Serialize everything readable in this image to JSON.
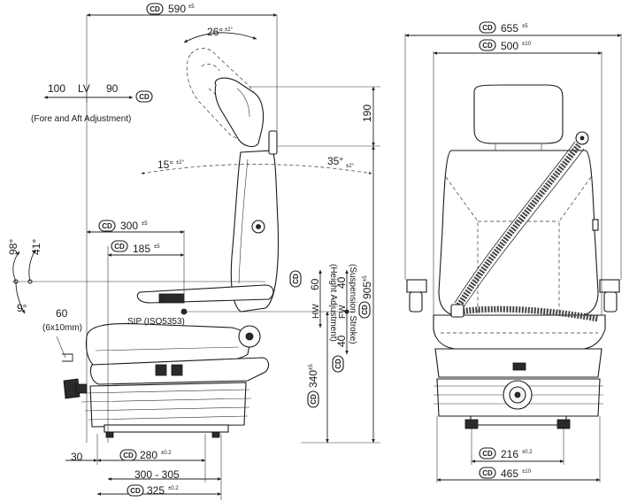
{
  "cd_badge": "CD",
  "side_view": {
    "overall_width": "590",
    "overall_width_tol": "±5",
    "backrest_angle": "26°",
    "backrest_angle_tol": "±2°",
    "fore_aft_left": "100",
    "fore_aft_center": "LV",
    "fore_aft_right": "90",
    "fore_aft_caption": "(Fore and Aft Adjustment)",
    "headrest_height": "190",
    "recline_forward": "15°",
    "recline_forward_tol": "±2°",
    "recline_back": "35°",
    "recline_back_tol": "±2°",
    "height_adjust_caption": "(Height Adjustment)",
    "suspension_caption": "(Suspension Stroke)",
    "dim_300": "300",
    "dim_300_tol": "±5",
    "dim_185": "185",
    "dim_185_tol": "±5",
    "angle_98": "98°",
    "angle_41": "41°",
    "angle_9": "9°",
    "hw_value": "60",
    "hw_label": "HW",
    "fw_upper": "40",
    "fw_label": "FW",
    "fw_lower": "40",
    "total_height": "905",
    "total_height_tol": "±5",
    "mount_height": "340",
    "mount_height_tol": "±5",
    "sip_label": "SIP (ISO5353)",
    "slot_value": "60",
    "slot_caption": "(6x10mm)",
    "base_30": "30",
    "base_280": "280",
    "base_280_tol": "±0.2",
    "base_range": "300 - 305",
    "base_325": "325",
    "base_325_tol": "±0.2"
  },
  "front_view": {
    "overall_width": "655",
    "overall_width_tol": "±5",
    "inner_width": "500",
    "inner_width_tol": "±10",
    "mount_216": "216",
    "mount_216_tol": "±0.2",
    "base_465": "465",
    "base_465_tol": "±10"
  }
}
